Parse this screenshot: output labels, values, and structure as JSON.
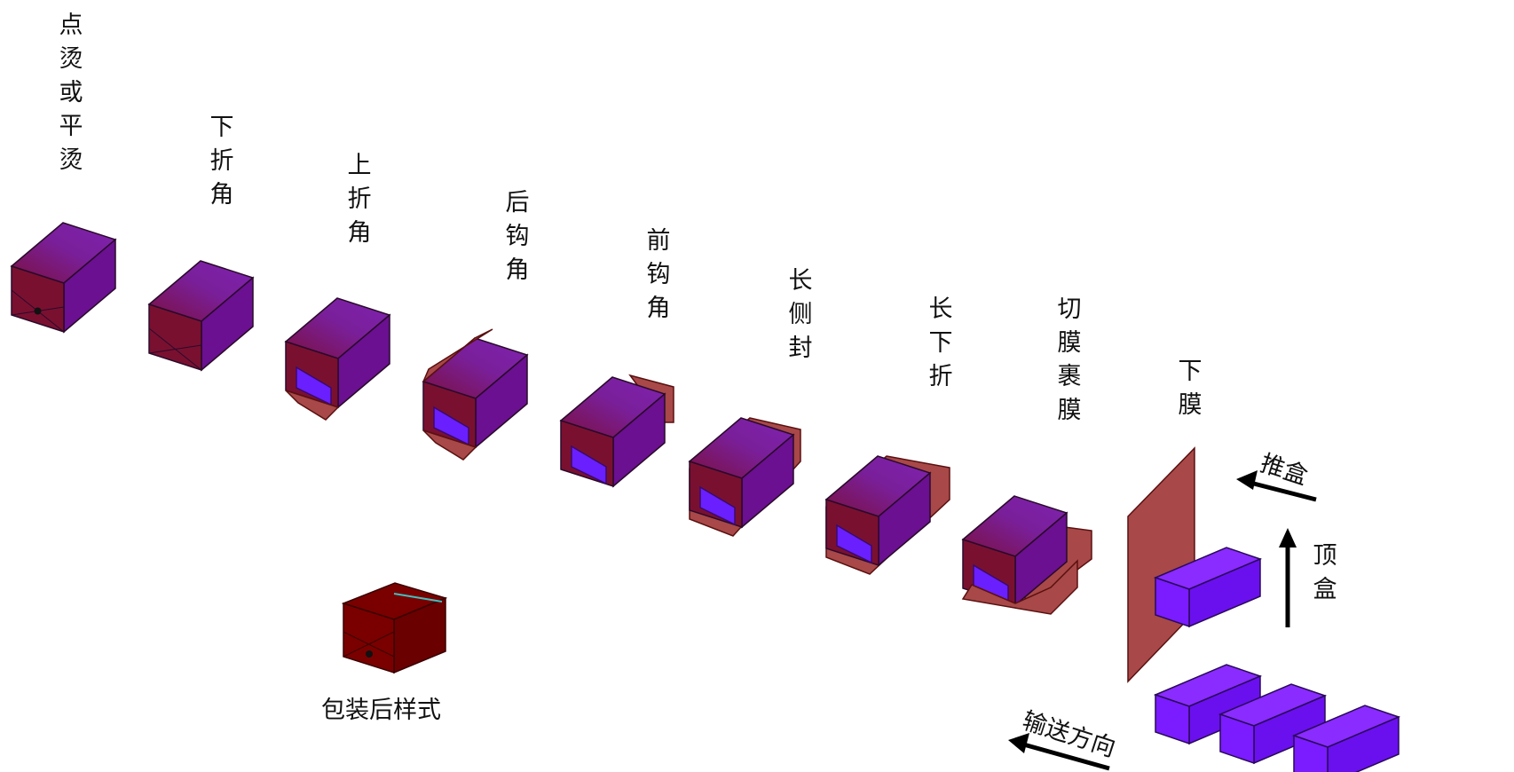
{
  "diagram": {
    "steps": [
      {
        "label": "点烫或平烫"
      },
      {
        "label": "下折角"
      },
      {
        "label": "上折角"
      },
      {
        "label": "后钩角"
      },
      {
        "label": "前钩角"
      },
      {
        "label": "长侧封"
      },
      {
        "label": "长下折"
      },
      {
        "label": "切膜裹膜"
      },
      {
        "label": "下膜"
      }
    ],
    "final_label": "包装后样式",
    "push_label": "推盒",
    "lift_label": "顶盒",
    "convey_label": "输送方向"
  },
  "colors": {
    "box_top": "#7a1f9a",
    "box_top_dark": "#7a1040",
    "box_side": "#5a0a3a",
    "box_front": "#7a1030",
    "film": "#a84848",
    "film_edge": "#5a1010",
    "inner_blue": "#6a1fff",
    "raw_top": "#8a2bff",
    "raw_side": "#6a10ee",
    "raw_front": "#7a1cff",
    "final_body": "#7a0000",
    "final_strip": "#40c0c0",
    "arrow": "#000000"
  }
}
